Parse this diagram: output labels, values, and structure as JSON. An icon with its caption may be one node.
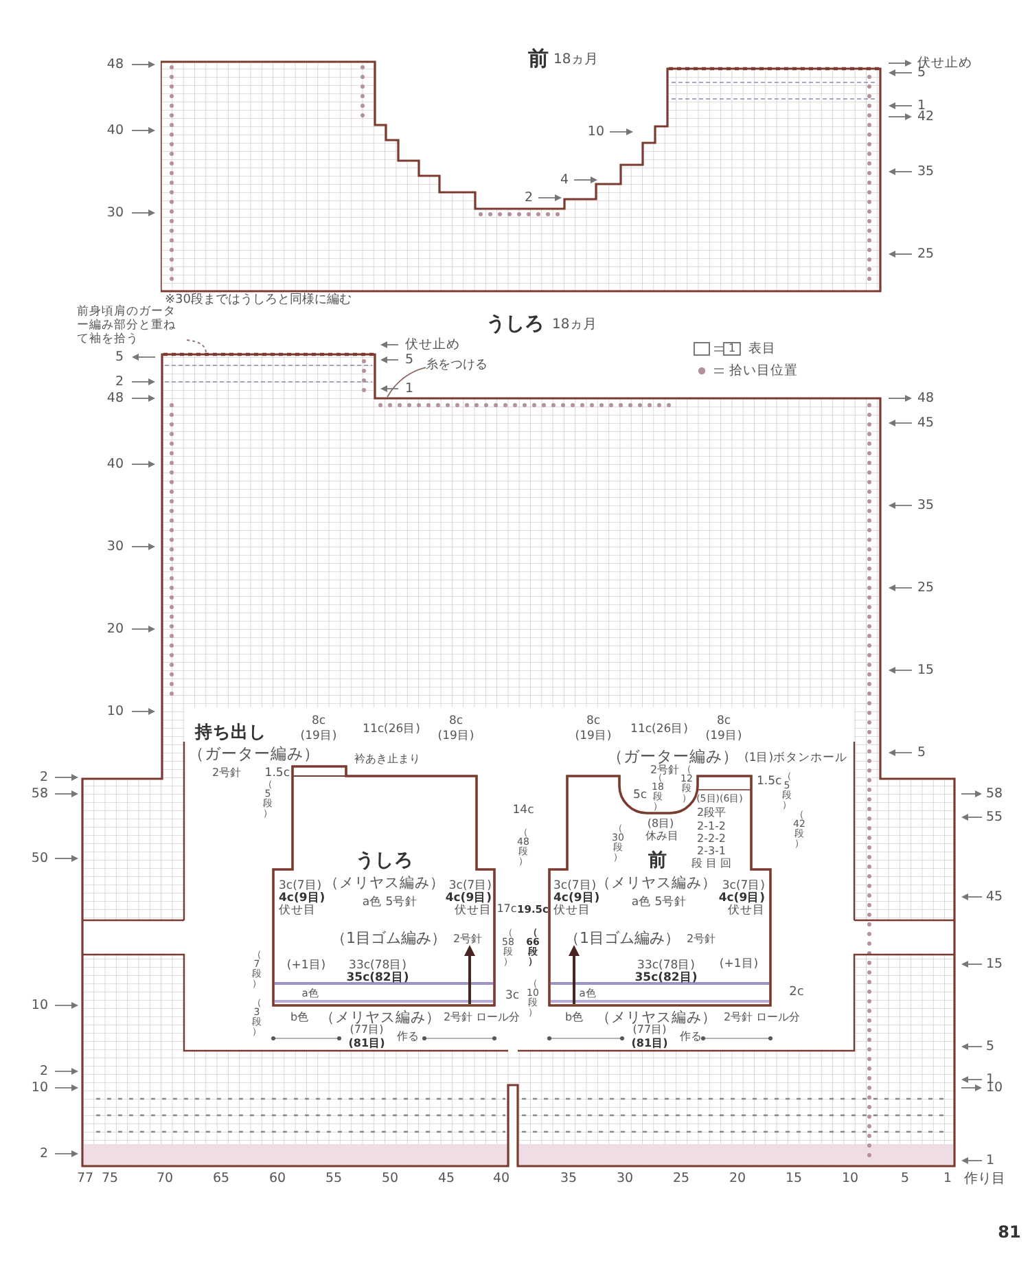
{
  "diagram": {
    "nodes": [
      {
        "text": [
          "前",
          "18ヵ月"
        ]
      },
      {
        "text": [
          "うしろ",
          "18ヵ月"
        ]
      },
      {
        "text": [
          "うしろ",
          "（メリヤス編み）"
        ],
        "in": 1
      },
      {
        "text": [
          "前",
          "（メリヤス編み）"
        ],
        "in": 1
      },
      {
        "text": [
          "前身頃肩のガーター編み部分と重ねて袖を拾う"
        ]
      },
      {
        "text": [
          "糸をつける"
        ]
      }
    ],
    "edges": [
      {
        "from": 4,
        "to": 1,
        "arrow": "none",
        "style": "dashed"
      },
      {
        "from": 5,
        "to": 1,
        "arrow": "none"
      }
    ],
    "labels": [
      "48",
      "伏せ止め",
      "5",
      "40",
      "10",
      "1",
      "42",
      "35",
      "4",
      "2",
      "30",
      "25",
      "※30段まではうしろと同様に編む",
      "1",
      "伏せ止め",
      "5",
      "5",
      "2",
      "1",
      "48",
      "48",
      "45",
      "40",
      "35",
      "30",
      "25",
      "20",
      "15",
      "10",
      "5",
      "持ち出し",
      "8c",
      "11c(26目)",
      "8c",
      "(19目)",
      "(19目)",
      "（ガーター編み）",
      "衿あき止まり",
      "2号針",
      "1.5c",
      "（5段）",
      "3c(7目)",
      "3c(7目)",
      "4c(9目)",
      "a色 5号針",
      "4c(9目)",
      "伏せ目",
      "伏せ目",
      "（1目ゴム編み）",
      "2号針",
      "(+1目)",
      "33c(78目)",
      "35c(82目)",
      "（7段）",
      "a色",
      "（3段）",
      "b色",
      "（メリヤス編み）",
      "2号針 ロール分",
      "(77目)",
      "作る",
      "(81目)",
      "14c",
      "（48段）",
      "17c",
      "19.5c",
      "（58段）",
      "（66段）",
      "3c",
      "（10段）",
      "8c",
      "11c(26目)",
      "8c",
      "(19目)",
      "(19目)",
      "（ガーター編み）",
      "(1目)ボタンホール",
      "2号針",
      "1.5c",
      "（5段）",
      "5c",
      "（18段）",
      "（12段）",
      "(5目)(6目)",
      "(8目)",
      "2段平",
      "（42段）",
      "休み目",
      "2-1-2",
      "2-2-2",
      "（30段）",
      "2-3-1",
      "段 目 回",
      "3c(7目)",
      "3c(7目)",
      "4c(9目)",
      "a色 5号針",
      "4c(9目)",
      "伏せ目",
      "伏せ目",
      "（1目ゴム編み）",
      "2号針",
      "33c(78目)",
      "(+1目)",
      "35c(82目)",
      "a色",
      "2c",
      "b色",
      "（メリヤス編み）",
      "2号針 ロール分",
      "(77目)",
      "作る",
      "(81目)",
      "2",
      "58",
      "58",
      "55",
      "50",
      "45",
      "15",
      "10",
      "5",
      "2",
      "1",
      "10",
      "10",
      "2",
      "1",
      "77",
      "75",
      "70",
      "65",
      "60",
      "55",
      "50",
      "45",
      "40",
      "35",
      "30",
      "25",
      "20",
      "15",
      "10",
      "5",
      "1",
      "作り目",
      "81"
    ],
    "legend": [
      {
        "text": "表目"
      },
      {
        "text": "拾い目位置"
      }
    ]
  }
}
